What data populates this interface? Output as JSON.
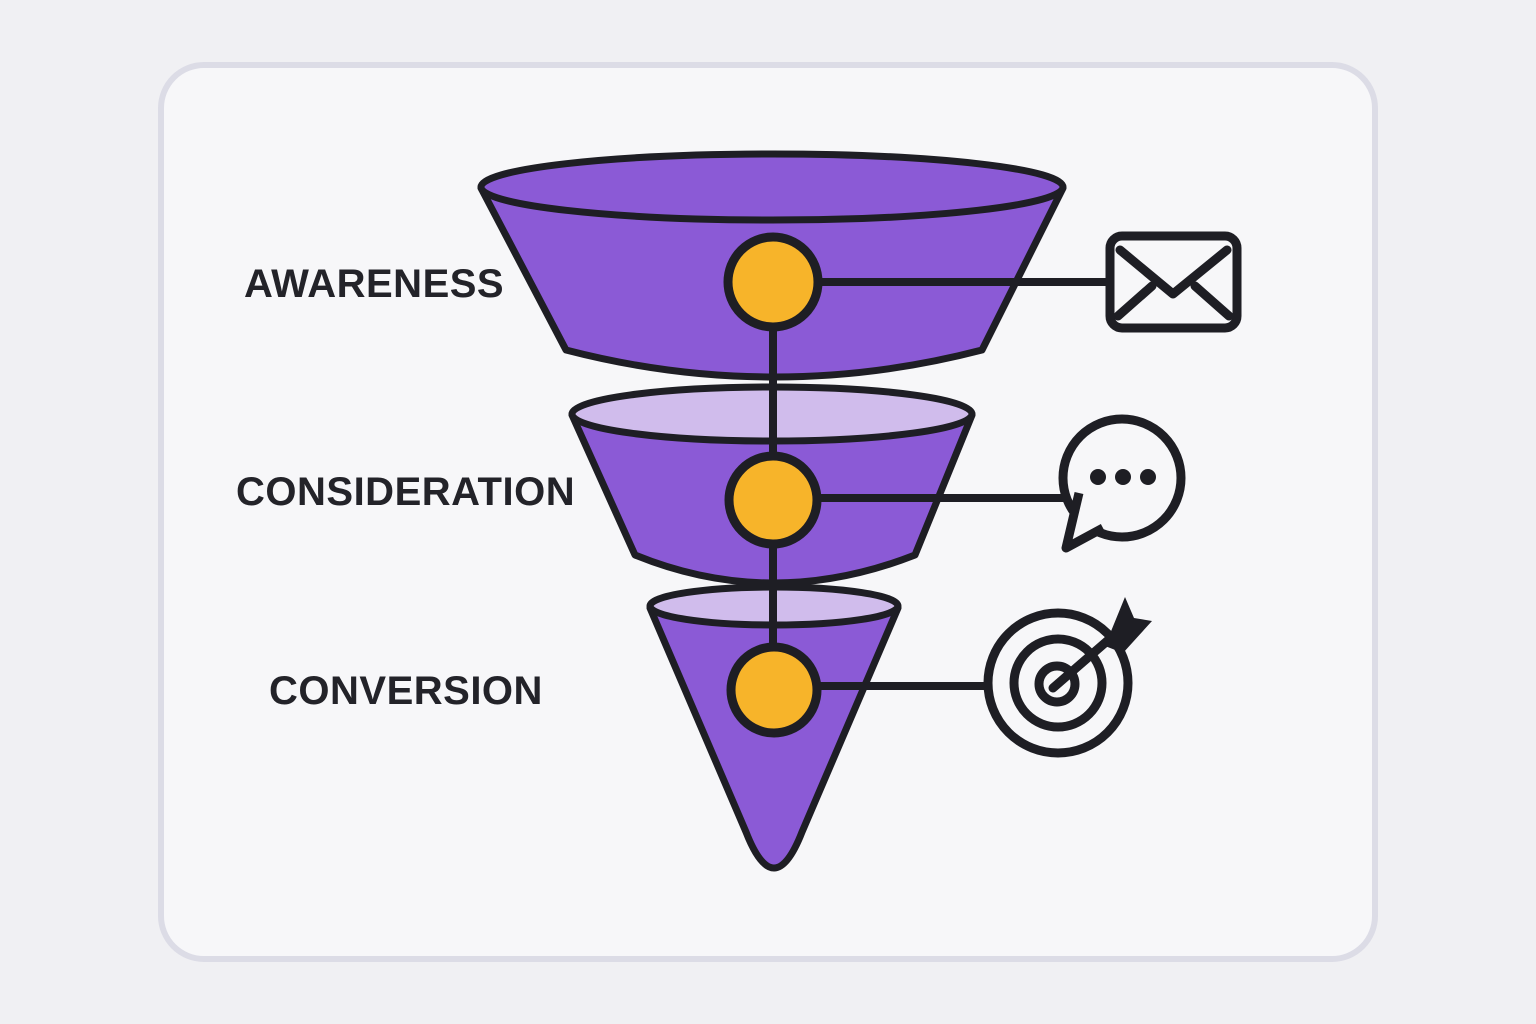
{
  "diagram": {
    "type": "marketing-funnel",
    "stages": [
      {
        "label": "AWARENESS",
        "icon": "envelope-icon",
        "marker": "yellow-dot"
      },
      {
        "label": "CONSIDERATION",
        "icon": "chat-bubble-icon",
        "marker": "yellow-dot"
      },
      {
        "label": "CONVERSION",
        "icon": "target-icon",
        "marker": "yellow-dot"
      }
    ]
  },
  "colors": {
    "background": "#F0F0F3",
    "card_background": "#F7F7F9",
    "card_border": "#DCDCE6",
    "funnel_purple": "#8B5AD6",
    "funnel_light_purple": "#D0BCEC",
    "marker_yellow": "#F7B42A",
    "outline": "#1E1E24",
    "label_text": "#232329"
  }
}
